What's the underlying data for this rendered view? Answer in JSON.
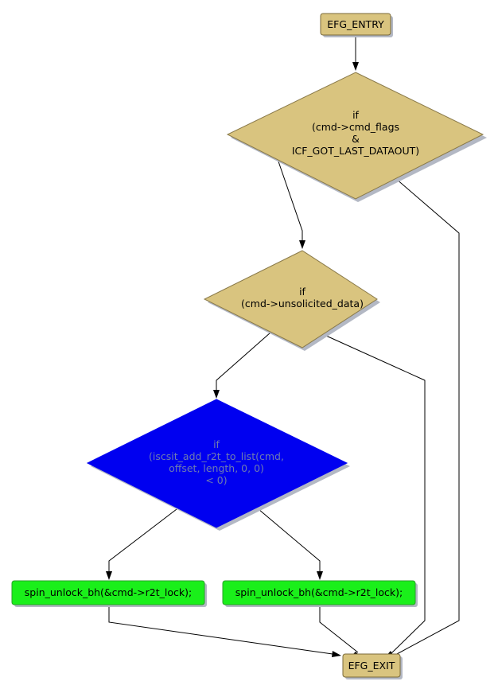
{
  "colors": {
    "terminal_fill": "#d9c47f",
    "terminal_stroke": "#7a6a3a",
    "decision_fill": "#d9c47f",
    "decision_stroke": "#8a7a4a",
    "decision_dark_fill": "#0000f0",
    "decision_dark_text": "#6e7bb0",
    "action_fill": "#1aef1a",
    "action_stroke": "#2aa02a",
    "shadow": "#b3b8c4",
    "edge": "#000000"
  },
  "nodes": {
    "entry": {
      "label": "EFG_ENTRY"
    },
    "cond_flags": {
      "lines": [
        "if",
        "(cmd->cmd_flags",
        "&",
        "ICF_GOT_LAST_DATAOUT)"
      ]
    },
    "cond_unsol": {
      "lines": [
        "if",
        "(cmd->unsolicited_data)"
      ]
    },
    "cond_add": {
      "lines": [
        "if",
        "(iscsit_add_r2t_to_list(cmd,",
        "offset, length, 0, 0)",
        "< 0)"
      ]
    },
    "action_left": {
      "label": "spin_unlock_bh(&cmd->r2t_lock);"
    },
    "action_right": {
      "label": "spin_unlock_bh(&cmd->r2t_lock);"
    },
    "exit": {
      "label": "EFG_EXIT"
    }
  }
}
